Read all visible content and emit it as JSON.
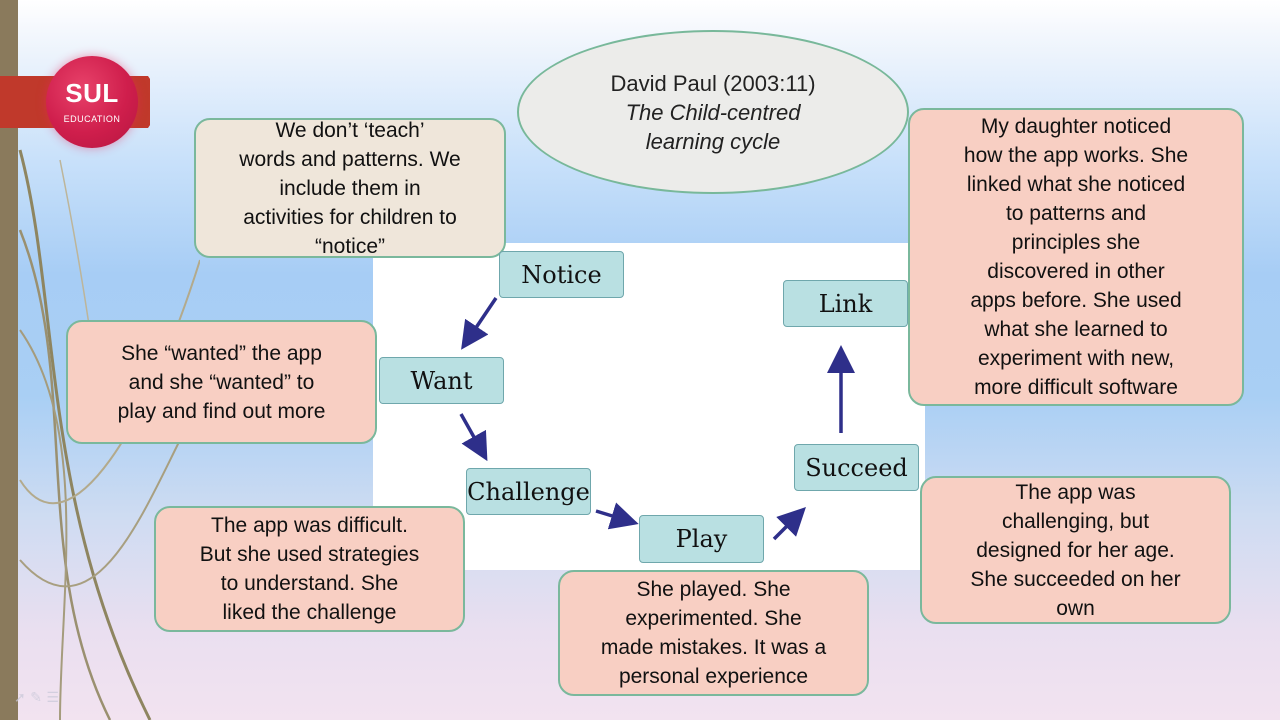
{
  "logo": {
    "main": "SUL",
    "sub": "EDUCATION"
  },
  "citation": {
    "author": "David Paul (2003:11)",
    "title_line1": "The Child-centred",
    "title_line2": "learning cycle"
  },
  "cycle_steps": {
    "notice": "Notice",
    "want": "Want",
    "challenge": "Challenge",
    "play": "Play",
    "succeed": "Succeed",
    "link": "Link"
  },
  "notes": {
    "notice": "We don’t ‘teach’\nwords and patterns. We\ninclude them in\nactivities for children to\n“notice”",
    "want": "She “wanted” the app\nand she “wanted” to\nplay and find out more",
    "challenge": "The app was difficult.\nBut she used strategies\nto understand. She\nliked the challenge",
    "play": "She played. She\nexperimented.  She\nmade mistakes. It was a\npersonal experience",
    "succeed": "The app was\nchallenging, but\ndesigned for her age.\nShe succeeded on her\nown",
    "link": "My daughter noticed\nhow the app works. She\nlinked what she noticed\nto patterns and\nprinciples she\ndiscovered in other\napps before. She used\nwhat she learned to\nexperiment with new,\nmore difficult software"
  },
  "colors": {
    "arrow": "#2e2f8a",
    "note_pink": "#f8cfc3",
    "note_beige": "#efe6da",
    "step_fill": "#b9e0e2",
    "brand": "#cf1e4c"
  }
}
